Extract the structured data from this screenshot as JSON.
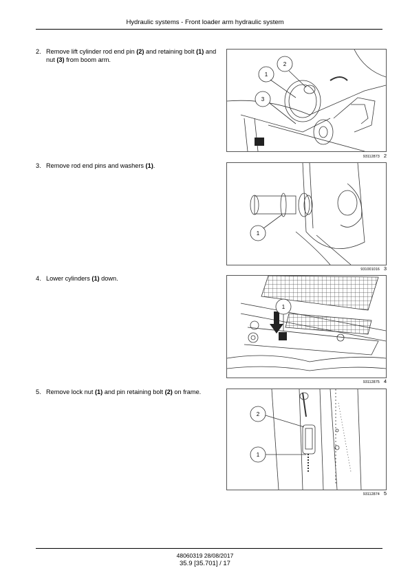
{
  "header": {
    "title": "Hydraulic systems - Front loader arm hydraulic system"
  },
  "steps": [
    {
      "number": "2.",
      "parts": [
        "Remove lift cylinder rod end pin ",
        "(2)",
        " and retaining bolt ",
        "(1)",
        " and nut ",
        "(3)",
        " from boom arm."
      ]
    },
    {
      "number": "3.",
      "parts": [
        "Remove rod end pins and washers ",
        "(1)",
        "."
      ]
    },
    {
      "number": "4.",
      "parts": [
        "Lower cylinders ",
        "(1)",
        " down."
      ]
    },
    {
      "number": "5.",
      "parts": [
        "Remove lock nut ",
        "(1)",
        " and pin retaining bolt ",
        "(2)",
        " on frame."
      ]
    }
  ],
  "figures": [
    {
      "image_id": "93112873",
      "fig_number": "2",
      "callouts": [
        "1",
        "2",
        "3"
      ]
    },
    {
      "image_id": "931001016",
      "fig_number": "3",
      "callouts": [
        "1"
      ]
    },
    {
      "image_id": "93112875",
      "fig_number": "4",
      "callouts": [
        "1"
      ]
    },
    {
      "image_id": "93112874",
      "fig_number": "5",
      "callouts": [
        "2",
        "1"
      ]
    }
  ],
  "footer": {
    "doc_ref": "48060319 28/08/2017",
    "page_ref": "35.9 [35.701] / 17"
  }
}
